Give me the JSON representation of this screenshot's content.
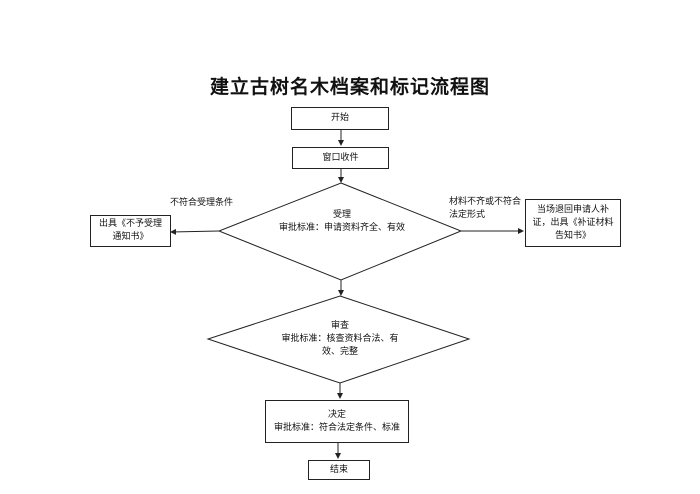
{
  "title": "建立古树名木档案和标记流程图",
  "nodes": {
    "start": "开始",
    "window": "窗口收件",
    "accept": {
      "name": "受理",
      "criteria": "审批标准：申请资料齐全、有效"
    },
    "review": {
      "name": "审查",
      "criteria": "审批标准：核查资料合法、有效、完整"
    },
    "decide": {
      "name": "决定",
      "criteria": "审批标准：符合法定条件、标准"
    },
    "end": "结束",
    "reject_notice": "出具《不予受理通知书》",
    "supplement_notice": "当场退回申请人补证，出具《补证材料告知书》"
  },
  "edges": {
    "not_meet": "不符合受理条件",
    "incomplete": "材料不齐或不符合法定形式"
  }
}
